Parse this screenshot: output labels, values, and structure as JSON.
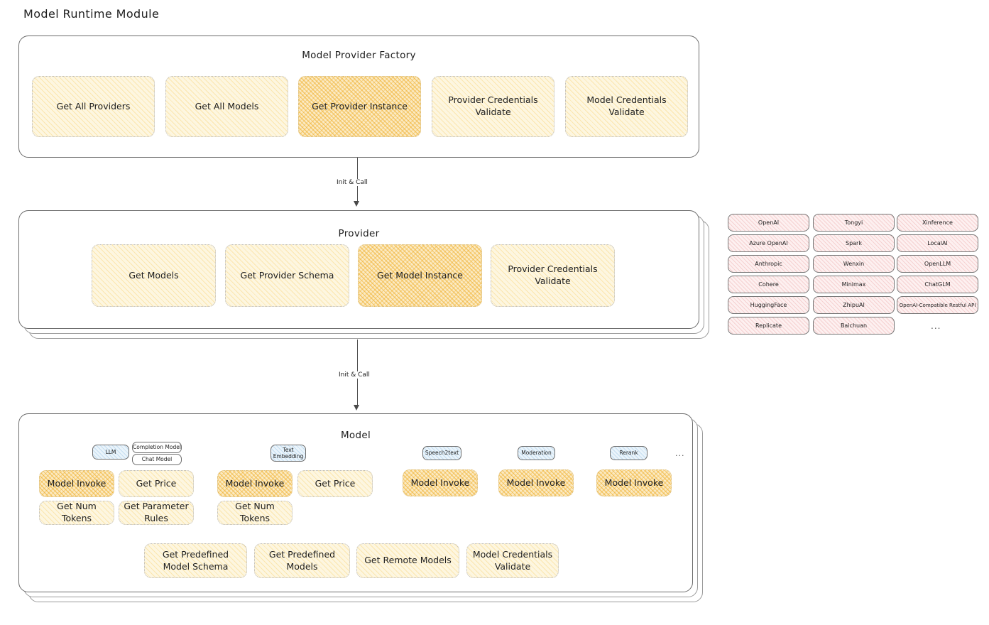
{
  "page": {
    "title": "Model Runtime Module"
  },
  "factory": {
    "title": "Model Provider Factory",
    "methods": [
      {
        "label": "Get All Providers",
        "highlight": false
      },
      {
        "label": "Get All Models",
        "highlight": false
      },
      {
        "label": "Get Provider Instance",
        "highlight": true
      },
      {
        "label": "Provider Credentials Validate",
        "highlight": false
      },
      {
        "label": "Model Credentials Validate",
        "highlight": false
      }
    ]
  },
  "connectors": [
    {
      "label": "Init & Call"
    },
    {
      "label": "Init & Call"
    }
  ],
  "provider": {
    "title": "Provider",
    "methods": [
      {
        "label": "Get Models",
        "highlight": false
      },
      {
        "label": "Get Provider Schema",
        "highlight": false
      },
      {
        "label": "Get Model Instance",
        "highlight": true
      },
      {
        "label": "Provider Credentials Validate",
        "highlight": false
      }
    ]
  },
  "provider_list": {
    "columns": [
      {
        "items": [
          "OpenAI",
          "Azure OpenAI",
          "Anthropic",
          "Cohere",
          "HuggingFace",
          "Replicate"
        ]
      },
      {
        "items": [
          "Tongyi",
          "Spark",
          "Wenxin",
          "Minimax",
          "ZhipuAI",
          "Baichuan"
        ]
      },
      {
        "items": [
          "Xinference",
          "LocalAI",
          "OpenLLM",
          "ChatGLM",
          "OpenAI-Compatible Restful API"
        ]
      }
    ],
    "more": "..."
  },
  "model": {
    "title": "Model",
    "more": "...",
    "types": [
      {
        "chips": [
          {
            "label": "LLM",
            "style": "filled"
          },
          {
            "label": "Completion Model",
            "style": "plain"
          },
          {
            "label": "Chat Model",
            "style": "plain"
          }
        ],
        "methods": [
          {
            "label": "Model Invoke",
            "highlight": true
          },
          {
            "label": "Get Price",
            "highlight": false
          },
          {
            "label": "Get Num Tokens",
            "highlight": false
          },
          {
            "label": "Get Parameter Rules",
            "highlight": false
          }
        ]
      },
      {
        "chips": [
          {
            "label": "Text Embedding",
            "style": "filled"
          }
        ],
        "methods": [
          {
            "label": "Model Invoke",
            "highlight": true
          },
          {
            "label": "Get Price",
            "highlight": false
          },
          {
            "label": "Get Num Tokens",
            "highlight": false
          }
        ]
      },
      {
        "chips": [
          {
            "label": "Speech2text",
            "style": "filled"
          }
        ],
        "methods": [
          {
            "label": "Model Invoke",
            "highlight": true
          }
        ]
      },
      {
        "chips": [
          {
            "label": "Moderation",
            "style": "filled"
          }
        ],
        "methods": [
          {
            "label": "Model Invoke",
            "highlight": true
          }
        ]
      },
      {
        "chips": [
          {
            "label": "Rerank",
            "style": "filled"
          }
        ],
        "methods": [
          {
            "label": "Model Invoke",
            "highlight": true
          }
        ]
      }
    ],
    "shared_methods": [
      {
        "label": "Get Predefined Model Schema"
      },
      {
        "label": "Get Predefined Models"
      },
      {
        "label": "Get Remote Models"
      },
      {
        "label": "Model Credentials Validate"
      }
    ]
  },
  "colors": {
    "accent_yellow": "#f5be3c",
    "accent_yellow_strong": "#eeaa20",
    "accent_pink": "#e07878",
    "accent_blue": "#6eaad7",
    "stroke": "#6b6b6b"
  }
}
